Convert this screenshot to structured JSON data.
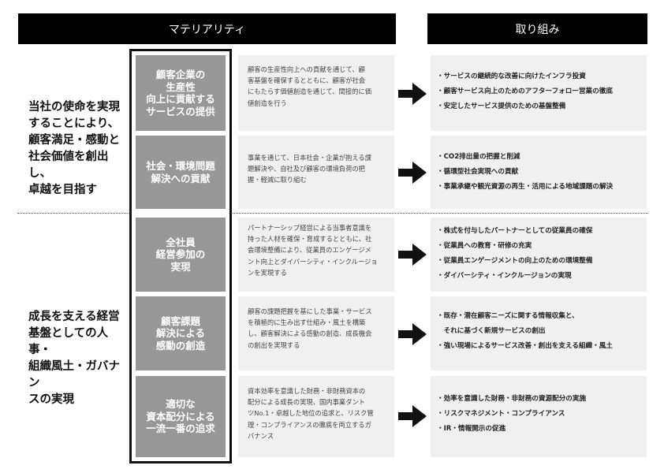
{
  "headers": {
    "materiality": "マテリアリティ",
    "initiatives": "取り組み"
  },
  "left": {
    "top": "当社の使命を実現\nすることにより、\n顧客満足・感動と\n社会価値を創出し、\n卓越を目指す",
    "bottom": "成長を支える経営\n基盤としての人事・\n組織風土・ガバナン\nスの実現"
  },
  "rows": [
    {
      "title": "顧客企業の\n生産性\n向上に貢献する\nサービスの提供",
      "description": "顧客の生産性向上への貢献を通じて、顧\n客基盤を確保するとともに、顧客が社会\nにもたらす価値創造を通じて、間接的に価\n値創造を行う",
      "actions": [
        "・サービスの継続的な改善に向けたインフラ投資",
        "・顧客サービス向上のためのアフターフォロー営業の徹底",
        "・安定したサービス提供のための基盤整備"
      ]
    },
    {
      "title": "社会・環境問題\n解決への貢献",
      "description": "事業を通じて、日本社会・企業が抱える課\n題解決や、自社及び顧客の環境負荷の把\n握・軽減に取り組む",
      "actions": [
        "・CO2排出量の把握と削減",
        "・循環型社会実現への貢献",
        "・事業承継や観光資源の再生・活用による地域課題の解決"
      ]
    },
    {
      "title": "全社員\n経営参加の\n実現",
      "description": "パートナーシップ経営による当事者意識を\n持った人材を確保・育成するとともに、社\n会環境整備により、従業員のエンゲージメ\nント向上とダイバーシティ・インクルージョ\nンを実現する",
      "actions": [
        "・株式を付与したパートナーとしての従業員の確保",
        "・従業員への教育・研修の充実",
        "・従業員エンゲージメントの向上のための環境整備",
        "・ダイバーシティ・インクルージョンの実現"
      ]
    },
    {
      "title": "顧客課題\n解決による\n感動の創造",
      "description": "顧客の課題把握を基にした事業・サービス\nを積極的に生み出す仕組み・風土を構築\nし、顧客解決による感動の創造、成長機会\nの創出を実現する",
      "actions": [
        "・既存・潜在顧客ニーズに関する情報収集と、\n　それに基づく新規サービスの創出",
        "・強い現場によるサービス改善・創出を支える組織・風土"
      ]
    },
    {
      "title": "適切な\n資本配分による\n一流一番の追求",
      "description": "資本効率を意識した財務・非財務資本の\n配分による成長の実現、国内事業ダント\nツNo.1・卓越した地位の追求と、リスク管\n理・コンプライアンスの徹底を両立するガ\nバナンス",
      "actions": [
        "・効率を意識した財務・非財務の資源配分の実施",
        "・リスクマネジメント・コンプライアンス",
        "・IR・情報開示の促進"
      ]
    }
  ]
}
